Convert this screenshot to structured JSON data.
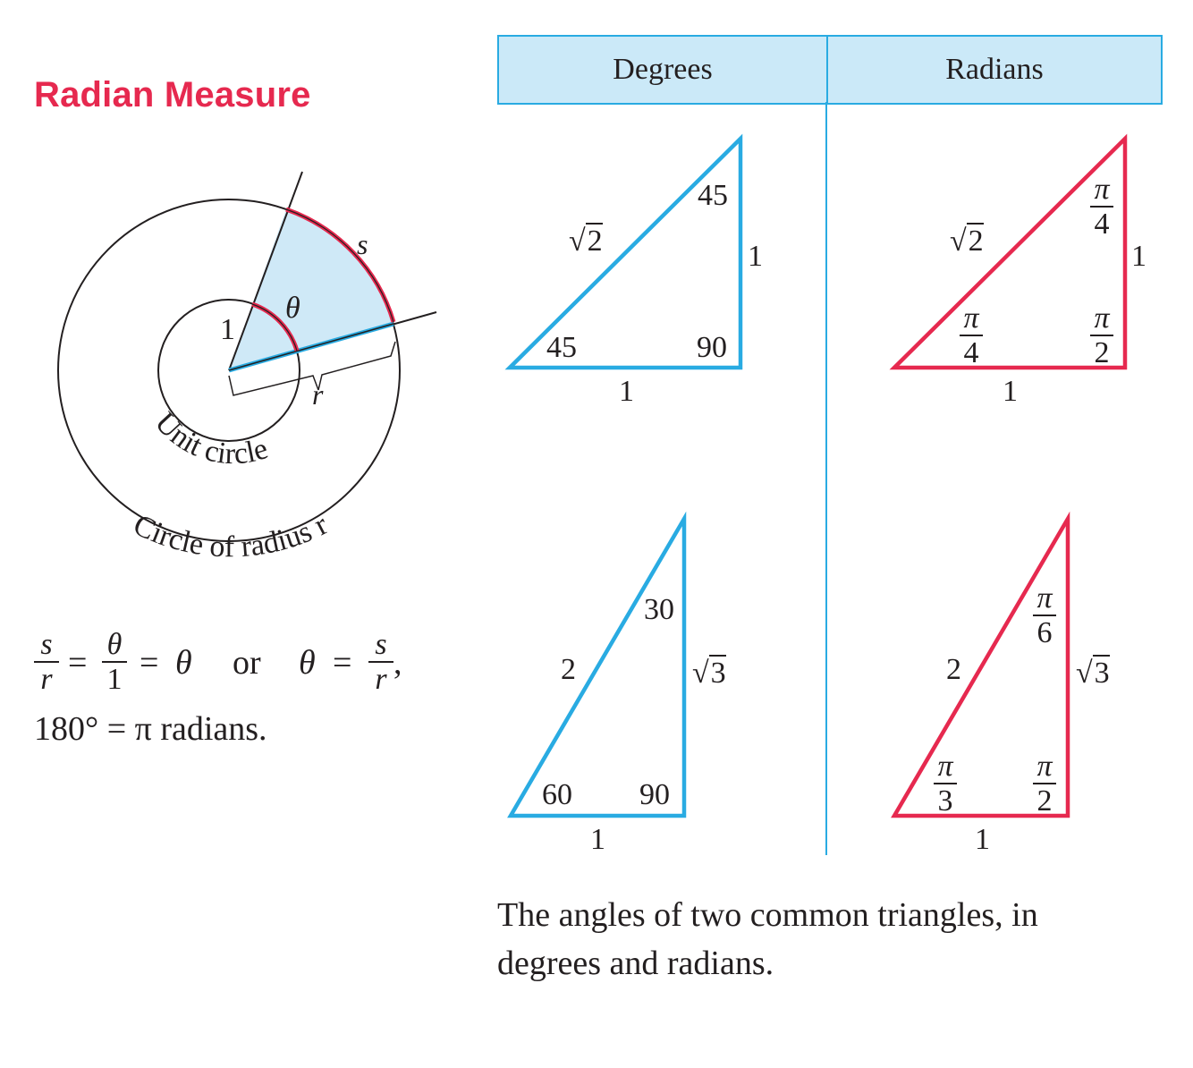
{
  "heading": "Radian Measure",
  "table": {
    "degrees_header": "Degrees",
    "radians_header": "Radians"
  },
  "circle_figure": {
    "arc_label": "s",
    "angle_label": "θ",
    "unit_radius_label": "1",
    "radius_label": "r",
    "unit_circle_label": "Unit circle",
    "big_circle_label": "Circle of radius r"
  },
  "triangle_45": {
    "hypotenuse": "2",
    "side_vertical": "1",
    "side_base": "1",
    "deg_top": "45",
    "deg_left": "45",
    "deg_right": "90",
    "rad_top": {
      "num": "π",
      "den": "4"
    },
    "rad_left": {
      "num": "π",
      "den": "4"
    },
    "rad_right": {
      "num": "π",
      "den": "2"
    }
  },
  "triangle_30": {
    "hypotenuse": "2",
    "side_vertical": "3",
    "side_base": "1",
    "deg_top": "30",
    "deg_left": "60",
    "deg_right": "90",
    "rad_top": {
      "num": "π",
      "den": "6"
    },
    "rad_left": {
      "num": "π",
      "den": "3"
    },
    "rad_right": {
      "num": "π",
      "den": "2"
    }
  },
  "formula": {
    "s": "s",
    "r": "r",
    "theta": "θ",
    "one": "1",
    "equals": "=",
    "or": "or",
    "comma": ",",
    "line2": "180° = π radians."
  },
  "caption": "The angles of two common triangles, in degrees and radians.",
  "colors": {
    "heading": "#e6294f",
    "blue": "#29abe2",
    "header_fill": "#cbe9f8",
    "red": "#e6294f",
    "sector_fill": "#cfe9f7"
  }
}
